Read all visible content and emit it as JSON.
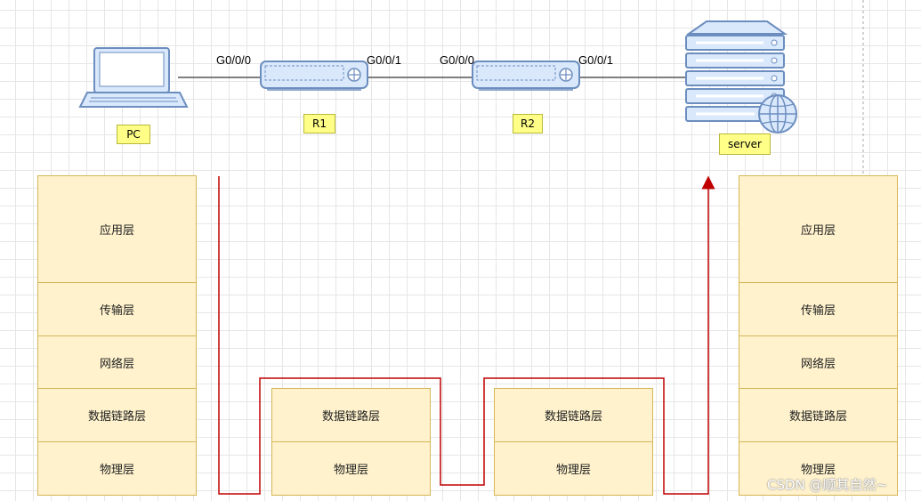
{
  "devices": {
    "pc": {
      "label": "PC"
    },
    "r1": {
      "label": "R1"
    },
    "r2": {
      "label": "R2"
    },
    "server": {
      "label": "server"
    }
  },
  "ports": {
    "pc_r1_left": "G0/0/0",
    "r1_right": "G0/0/1",
    "r2_left": "G0/0/0",
    "r2_right": "G0/0/1"
  },
  "stacks": {
    "pc": [
      "应用层",
      "传输层",
      "网络层",
      "数据链路层",
      "物理层"
    ],
    "r1": [
      "数据链路层",
      "物理层"
    ],
    "r2": [
      "数据链路层",
      "物理层"
    ],
    "server": [
      "应用层",
      "传输层",
      "网络层",
      "数据链路层",
      "物理层"
    ]
  },
  "colors": {
    "layer_fill": "#fff2cc",
    "layer_border": "#d6b656",
    "path_line": "#c00000",
    "device_fill": "#dae8fc",
    "device_stroke": "#6c8ebf"
  },
  "watermark": "CSDN @顺其自然~"
}
